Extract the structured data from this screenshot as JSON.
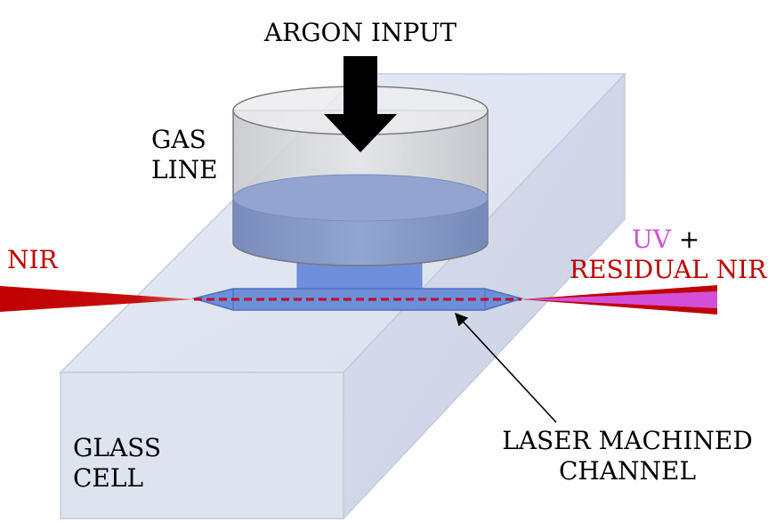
{
  "labels": {
    "argon_input": "ARGON INPUT",
    "gas_line_1": "GAS",
    "gas_line_2": "LINE",
    "nir": "NIR",
    "uv": "UV",
    "plus": "+",
    "residual_nir": "RESIDUAL NIR",
    "channel_1": "LASER MACHINED",
    "channel_2": "CHANNEL",
    "glass_1": "GLASS",
    "glass_2": "CELL"
  },
  "colors": {
    "nir": "#c00000",
    "uv": "#d34fd8",
    "channel": "#6d8fd8",
    "glass_top": "#e1e7f2",
    "glass_front": "#dde3ef",
    "glass_side": "#cfd7e6",
    "gas_line_body": "#dcdde0",
    "gas_liquid": "#7f95c6"
  }
}
